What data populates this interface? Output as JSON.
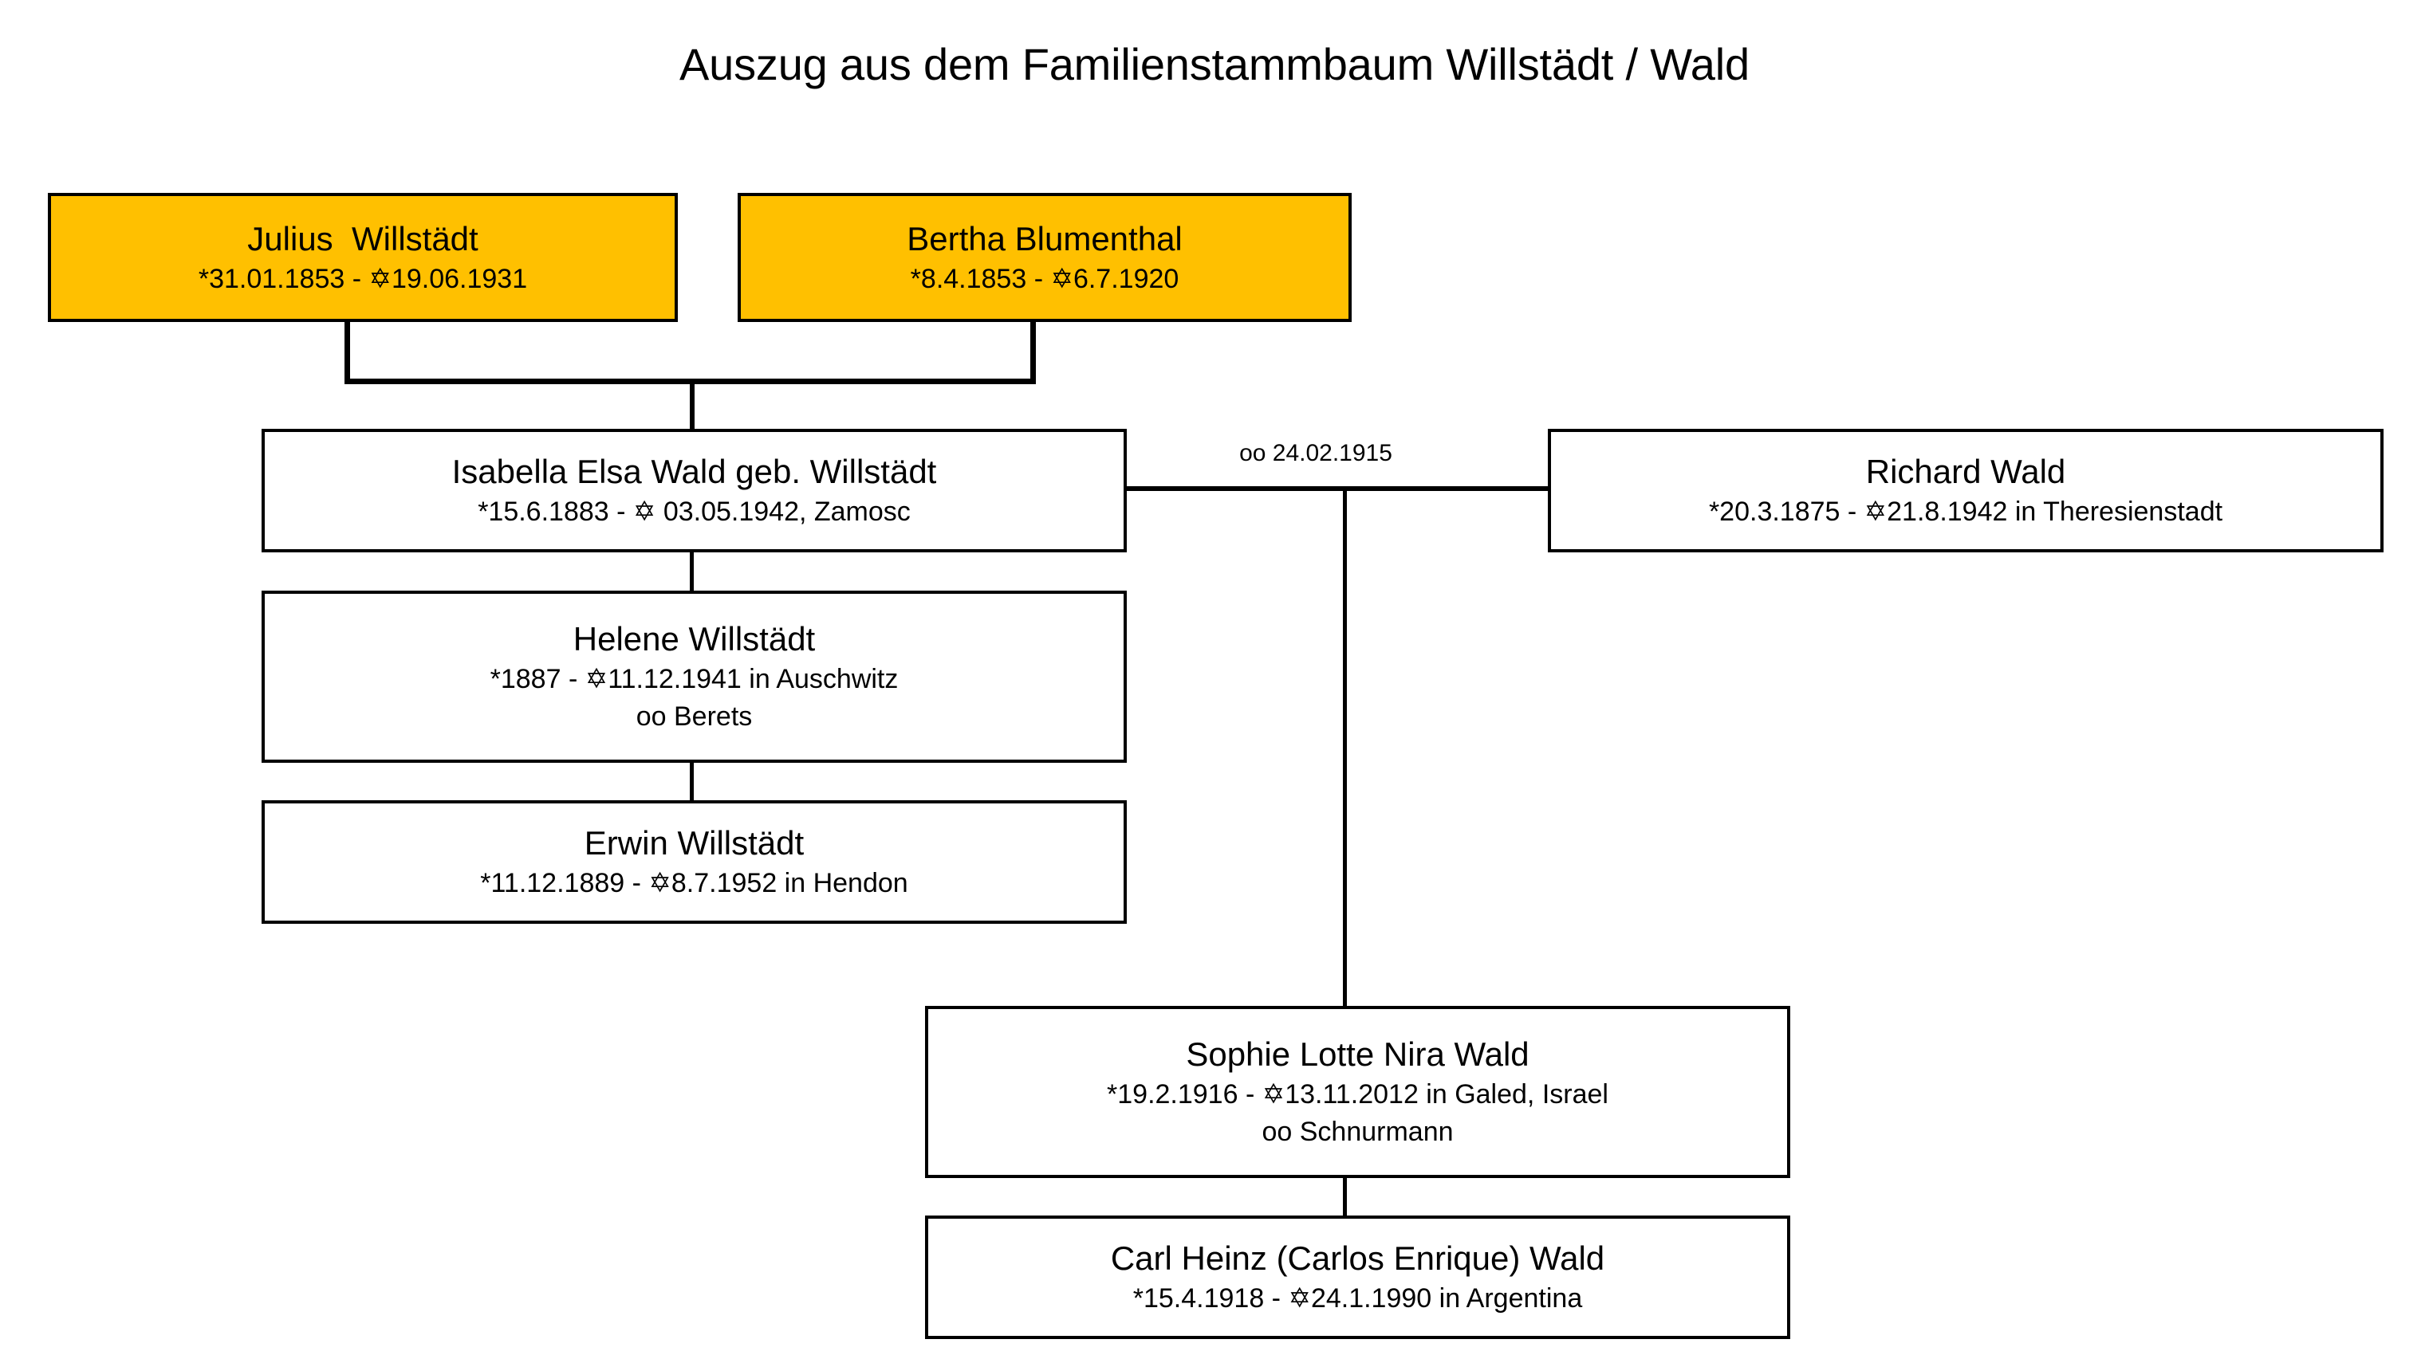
{
  "page": {
    "title": "Auszug aus dem Familienstammbaum Willstädt / Wald",
    "background_color": "#ffffff",
    "accent_color": "#ffc000",
    "line_color": "#000000"
  },
  "nodes": {
    "julius": {
      "name": "Julius  Willstädt",
      "dates": "*31.01.1853 - ✡19.06.1931",
      "fill": "#ffc000"
    },
    "bertha": {
      "name": "Bertha Blumenthal",
      "dates": "*8.4.1853 - ✡6.7.1920",
      "fill": "#ffc000"
    },
    "isabella": {
      "name": "Isabella Elsa Wald geb. Willstädt",
      "dates": "*15.6.1883 - ✡ 03.05.1942, Zamosc",
      "fill": "#ffffff"
    },
    "richard": {
      "name": "Richard Wald",
      "dates": "*20.3.1875 - ✡21.8.1942 in Theresienstadt",
      "fill": "#ffffff"
    },
    "helene": {
      "name": "Helene Willstädt",
      "dates": "*1887 - ✡11.12.1941 in Auschwitz",
      "spouse": "oo Berets",
      "fill": "#ffffff"
    },
    "erwin": {
      "name": "Erwin Willstädt",
      "dates": "*11.12.1889 - ✡8.7.1952 in Hendon",
      "fill": "#ffffff"
    },
    "sophie": {
      "name": "Sophie Lotte Nira Wald",
      "dates": "*19.2.1916 - ✡13.11.2012 in Galed, Israel",
      "spouse": "oo Schnurmann",
      "fill": "#ffffff"
    },
    "carl": {
      "name": "Carl Heinz (Carlos Enrique) Wald",
      "dates": "*15.4.1918 - ✡24.1.1990 in Argentina",
      "fill": "#ffffff"
    }
  },
  "connectors": {
    "marriage_label": "oo 24.02.1915"
  }
}
